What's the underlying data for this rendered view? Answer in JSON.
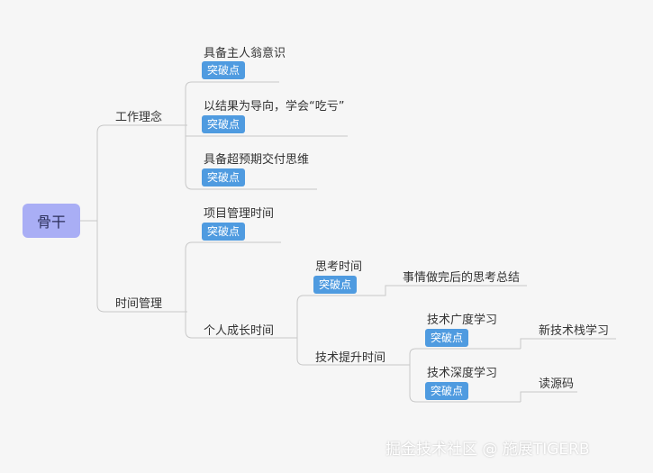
{
  "root": "骨干",
  "tag_label": "突破点",
  "branches": {
    "philosophy": {
      "label": "工作理念",
      "items": [
        "具备主人翁意识",
        "以结果为导向，学会“吃亏”",
        "具备超预期交付思维"
      ]
    },
    "time": {
      "label": "时间管理",
      "project": "项目管理时间",
      "personal": {
        "label": "个人成长时间",
        "thinking": {
          "label": "思考时间",
          "child": "事情做完后的思考总结"
        },
        "tech": {
          "label": "技术提升时间",
          "breadth": {
            "label": "技术广度学习",
            "child": "新技术栈学习"
          },
          "depth": {
            "label": "技术深度学习",
            "child": "读源码"
          }
        }
      }
    }
  },
  "watermark": "掘金技术社区 @ 施展TIGERB",
  "colors": {
    "root": "#a9aef5",
    "tag": "#4f9be0",
    "line": "#c8c8c8"
  }
}
